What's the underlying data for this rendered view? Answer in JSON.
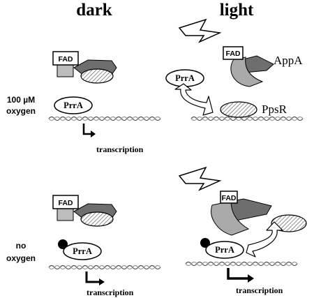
{
  "headers": {
    "dark": "dark",
    "light": "light"
  },
  "conditions": {
    "aerobic": {
      "line1": "100 µM",
      "line2": "oxygen"
    },
    "anoxic": {
      "line1": "no",
      "line2": "oxygen"
    }
  },
  "labels": {
    "fad": "FAD",
    "prra": "PrrA",
    "appa": "AppA",
    "ppsr": "PpsR",
    "transcription": "transcription"
  },
  "colors": {
    "fad_box": "#bdbdbd",
    "appa_body": "#aaaaaa",
    "appa_dark": "#6e6e6e",
    "lightning": "#ffffff",
    "ellipse_fill": "#ffffff"
  },
  "panels": [
    {
      "id": "dark-oxygen",
      "light_on": false,
      "complex_bound": true,
      "ppsr_on_dna": false,
      "prra_phosphorylated": false,
      "transcription_level": "weak"
    },
    {
      "id": "light-oxygen",
      "light_on": true,
      "complex_bound": false,
      "ppsr_on_dna": true,
      "prra_phosphorylated": false,
      "transcription_level": "none"
    },
    {
      "id": "dark-no-oxygen",
      "light_on": false,
      "complex_bound": true,
      "ppsr_on_dna": false,
      "prra_phosphorylated": true,
      "transcription_level": "strong"
    },
    {
      "id": "light-no-oxygen",
      "light_on": true,
      "complex_bound": false,
      "ppsr_on_dna": false,
      "prra_phosphorylated": true,
      "transcription_level": "strong"
    }
  ]
}
